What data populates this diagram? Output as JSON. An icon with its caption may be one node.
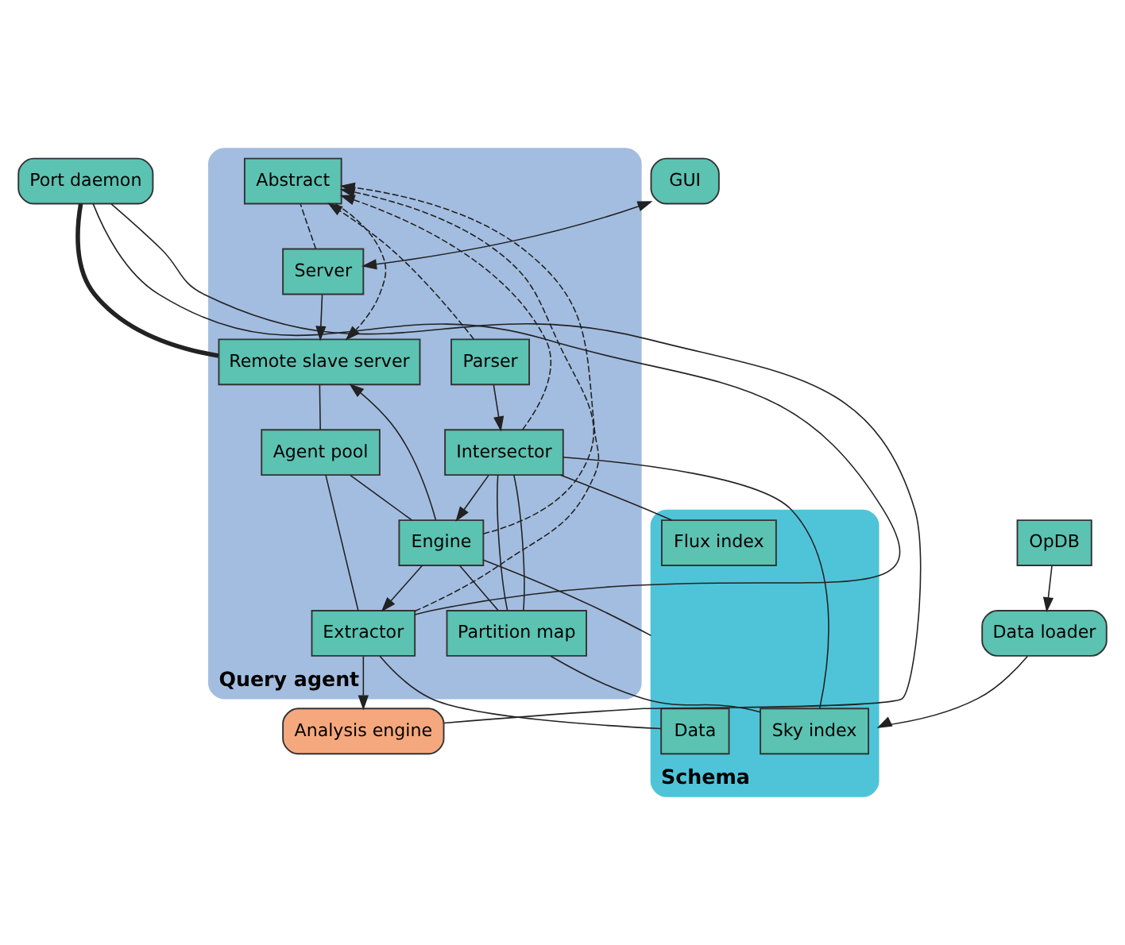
{
  "diagram": {
    "nodes": [
      {
        "text": [
          "Query agent"
        ]
      },
      {
        "text": [
          "Server"
        ],
        "in": 0
      },
      {
        "text": [
          "Remote slave server"
        ],
        "in": 0
      },
      {
        "text": [
          "Abstract"
        ],
        "in": 0
      },
      {
        "text": [
          "Agent pool"
        ],
        "in": 0
      },
      {
        "text": [
          "Parser"
        ],
        "in": 0
      },
      {
        "text": [
          "Intersector"
        ],
        "in": 0
      },
      {
        "text": [
          "Engine"
        ],
        "in": 0
      },
      {
        "text": [
          "Extractor"
        ],
        "in": 0
      },
      {
        "text": [
          "Partition map"
        ],
        "in": 0
      },
      {
        "text": [
          "GUI"
        ]
      },
      {
        "text": [
          "Port daemon"
        ]
      },
      {
        "text": [
          "Analysis engine"
        ]
      },
      {
        "text": [
          "Schema"
        ]
      },
      {
        "text": [
          "Sky index"
        ],
        "in": 13
      },
      {
        "text": [
          "Data"
        ],
        "in": 13
      },
      {
        "text": [
          "Flux index"
        ],
        "in": 13
      },
      {
        "text": [
          "OpDB"
        ]
      },
      {
        "text": [
          "Data loader"
        ]
      }
    ],
    "edges": [
      {
        "from": 10,
        "to": 1,
        "arrow": "both"
      },
      {
        "from": 1,
        "to": 2,
        "arrow": "to"
      },
      {
        "from": 1,
        "to": 3,
        "arrow": "none",
        "style": "dashed"
      },
      {
        "from": 3,
        "to": 2,
        "arrow": "to",
        "style": "dashed"
      },
      {
        "from": 2,
        "to": 4,
        "arrow": "none"
      },
      {
        "from": 2,
        "to": 11,
        "arrow": "none",
        "style": "thick"
      },
      {
        "from": 5,
        "to": 3,
        "arrow": "to",
        "style": "dashed"
      },
      {
        "from": 6,
        "to": 3,
        "arrow": "to",
        "style": "dashed"
      },
      {
        "from": 7,
        "to": 3,
        "arrow": "to",
        "style": "dashed"
      },
      {
        "from": 8,
        "to": 3,
        "arrow": "to",
        "style": "dashed"
      },
      {
        "from": 5,
        "to": 6,
        "arrow": "to"
      },
      {
        "from": 6,
        "to": 7,
        "arrow": "to"
      },
      {
        "from": 7,
        "to": 8,
        "arrow": "to"
      },
      {
        "from": 8,
        "to": 12,
        "arrow": "to"
      },
      {
        "from": 7,
        "to": 2,
        "arrow": "to"
      },
      {
        "from": 4,
        "to": 7,
        "arrow": "none"
      },
      {
        "from": 4,
        "to": 8,
        "arrow": "none"
      },
      {
        "from": 8,
        "to": 11,
        "arrow": "none"
      },
      {
        "from": 11,
        "to": 12,
        "arrow": "none"
      },
      {
        "from": 7,
        "to": 9,
        "arrow": "none"
      },
      {
        "from": 6,
        "to": 9,
        "arrow": "none"
      },
      {
        "from": 6,
        "to": 9,
        "arrow": "none"
      },
      {
        "from": 7,
        "to": 13,
        "arrow": "none"
      },
      {
        "from": 6,
        "to": 14,
        "arrow": "none"
      },
      {
        "from": 6,
        "to": 16,
        "arrow": "none"
      },
      {
        "from": 9,
        "to": 14,
        "arrow": "none"
      },
      {
        "from": 8,
        "to": 15,
        "arrow": "none"
      },
      {
        "from": 17,
        "to": 18,
        "arrow": "to"
      },
      {
        "from": 18,
        "to": 13,
        "arrow": "to"
      }
    ]
  }
}
